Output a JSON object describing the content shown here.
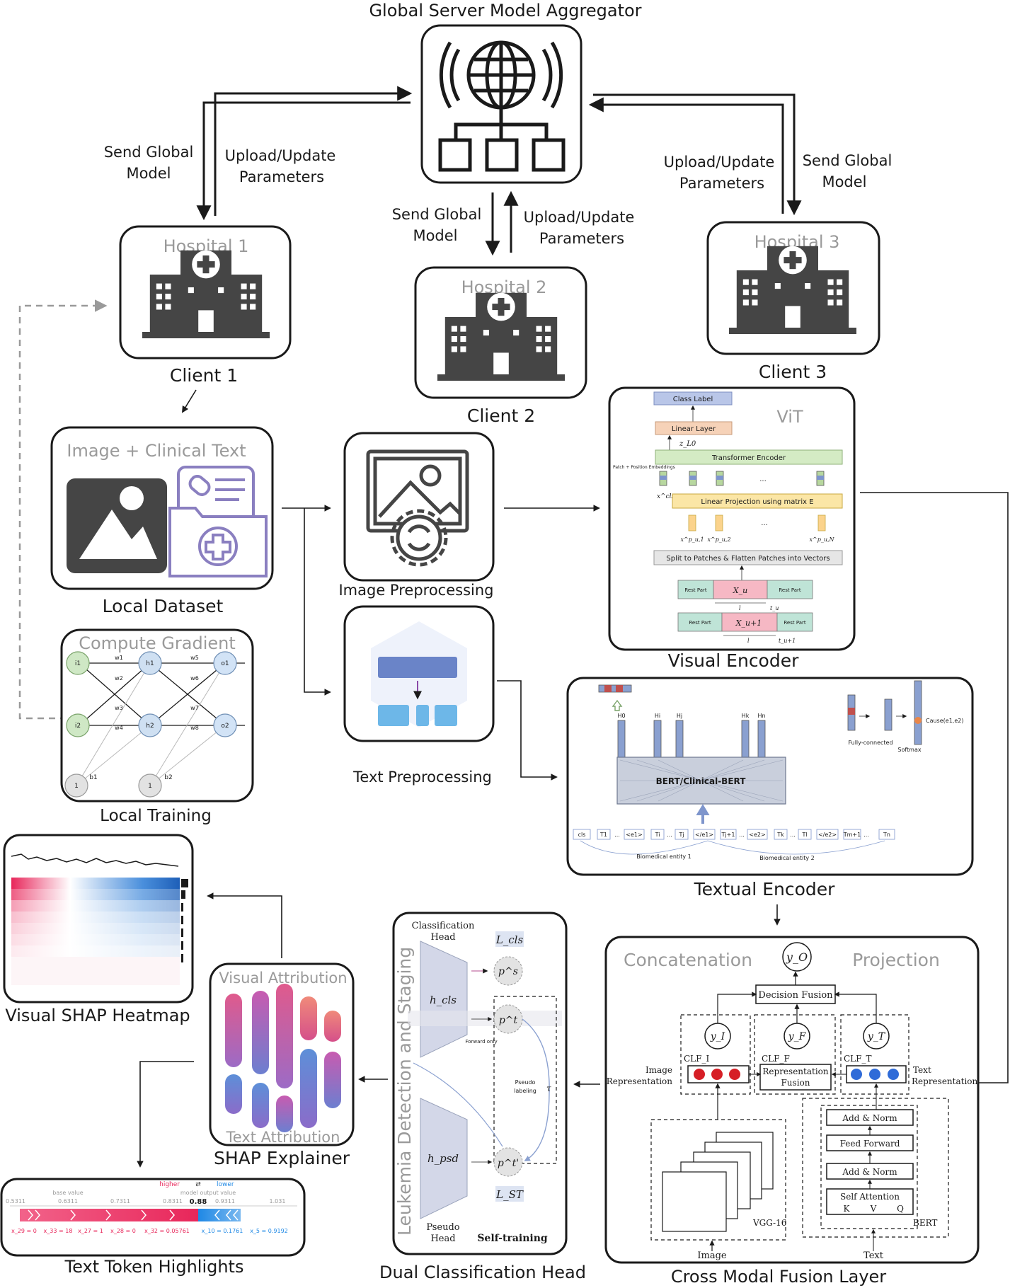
{
  "server": {
    "title": "Global Server Model Aggregator"
  },
  "links": {
    "send_global": "Send Global",
    "model": "Model",
    "upload_update": "Upload/Update",
    "parameters": "Parameters"
  },
  "hospitals": [
    {
      "name": "Hospital 1",
      "client": "Client 1"
    },
    {
      "name": "Hospital 2",
      "client": "Client 2"
    },
    {
      "name": "Hospital 3",
      "client": "Client 3"
    }
  ],
  "local_dataset": {
    "inner": "Image + Clinical Text",
    "caption": "Local Dataset"
  },
  "local_training": {
    "inner": "Compute Gradient",
    "caption": "Local Training",
    "inputs": [
      "i1",
      "i2"
    ],
    "hidden": [
      "h1",
      "h2"
    ],
    "outputs": [
      "o1",
      "o2"
    ],
    "weights": [
      "w1",
      "w2",
      "w3",
      "w4",
      "w5",
      "w6",
      "w7",
      "w8"
    ],
    "biases": [
      "b1",
      "b2"
    ],
    "bias_value": "1"
  },
  "image_preprocessing": {
    "caption": "Image Preprocessing"
  },
  "text_preprocessing": {
    "caption": "Text Preprocessing"
  },
  "visual_encoder": {
    "caption": "Visual Encoder",
    "title": "ViT",
    "class_label": "Class Label",
    "linear_layer": "Linear Layer",
    "z_label": "z_L0",
    "transformer_encoder": "Transformer Encoder",
    "patch_embed": "Patch + Position Embeddings",
    "x_cls": "x^cls",
    "linear_projection": "Linear Projection using matrix E",
    "ellipsis": "...",
    "patch_labels": [
      "x^p_u,1",
      "x^p_u,2",
      "x^p_u,N"
    ],
    "split": "Split to Patches & Flatten Patches into Vectors",
    "rest_part": "Rest Part",
    "x_u": "X_u",
    "x_u1": "X_u+1",
    "l": "l",
    "t_u": "t_u",
    "t_u1": "t_u+1"
  },
  "textual_encoder": {
    "caption": "Textual Encoder",
    "bert": "BERT/Clinical-BERT",
    "h_labels": [
      "H0",
      "Hi",
      "Hj",
      "Hk",
      "Hn"
    ],
    "fully_connected": "Fully-connected",
    "softmax": "Softmax",
    "cause": "Cause(e1,e2)",
    "tokens": [
      "cls",
      "T1",
      "...",
      "<e1>",
      "Ti",
      "...",
      "Tj",
      "</e1>",
      "Tj+1",
      "...",
      "<e2>",
      "Tk",
      "...",
      "Tl",
      "</e2>",
      "Tm+1",
      "...",
      "Tn"
    ],
    "entity1": "Biomedical entity 1",
    "entity2": "Biomedical entity 2"
  },
  "fusion": {
    "caption": "Cross Modal Fusion Layer",
    "concatenation": "Concatenation",
    "projection": "Projection",
    "y_o": "y_O",
    "decision_fusion": "Decision Fusion",
    "y_i": "y_I",
    "y_f": "y_F",
    "y_t": "y_T",
    "clf_i": "CLF_I",
    "clf_f": "CLF_F",
    "clf_t": "CLF_T",
    "image_representation": [
      "Image",
      "Representation"
    ],
    "representation_fusion": [
      "Representation",
      "Fusion"
    ],
    "text_representation": [
      "Text",
      "Representation"
    ],
    "add_norm": "Add & Norm",
    "feed_forward": "Feed Forward",
    "self_attention": "Self Attention",
    "kvq": [
      "K",
      "V",
      "Q"
    ],
    "bert": "BERT",
    "vgg": "VGG-16",
    "image": "Image",
    "text": "Text"
  },
  "dual_head": {
    "caption": "Dual Classification Head",
    "vertical": "Leukemia Detection and Staging",
    "classification_head": [
      "Classification",
      "Head"
    ],
    "l_cls": "L_cls",
    "p_s": "p^s",
    "h_cls": "h_cls",
    "p_t": "p^t",
    "forward_only": "Forward only",
    "pseudo_labeling": [
      "Pseudo",
      "labeling"
    ],
    "tau": "τ",
    "h_psd": "h_psd",
    "p_t2": "p^t'",
    "l_st": "L_ST",
    "pseudo_head": [
      "Pseudo",
      "Head"
    ],
    "self_training": "Self-training"
  },
  "shap": {
    "caption": "SHAP Explainer",
    "visual_attribution": "Visual Attribution",
    "text_attribution": "Text Attribution"
  },
  "heatmap": {
    "caption": "Visual SHAP Heatmap"
  },
  "text_tokens": {
    "caption": "Text Token Highlights",
    "higher": "higher",
    "lower": "lower",
    "eq": "⇄",
    "model_output": "model output value",
    "base_value": "base value",
    "axis": [
      "0.5311",
      "0.6311",
      "0.7311",
      "0.8311",
      "0.9311",
      "1.031"
    ],
    "value": "0.88",
    "features_left": [
      "x_29 = 0",
      "x_33 = 18",
      "x_27 = 1",
      "x_28 = 0",
      "x_32 = 0.05761"
    ],
    "features_right": [
      "x_10 = 0.1761",
      "x_5 = 0.9192"
    ]
  },
  "colors": {
    "ink": "#1a1a1a",
    "label_gray": "#9a9a9a",
    "purple_outline": "#8a7fc0",
    "vit_blue": "#b9c6e8",
    "vit_orange": "#f6d2b8",
    "vit_green": "#d4ebc4",
    "vit_yellow": "#fbe6a6",
    "bert_gray": "#c9cfdc",
    "shap_red": "#e8265a",
    "shap_blue": "#1e88e5"
  }
}
